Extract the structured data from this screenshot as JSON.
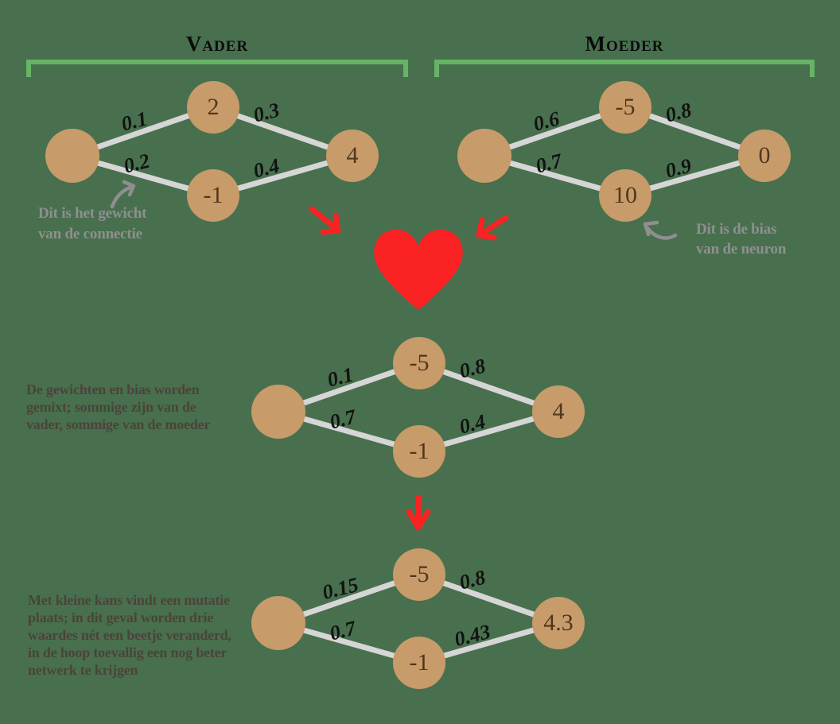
{
  "colors": {
    "background": "#48704e",
    "node": "#c89b6a",
    "node_text": "#4f371c",
    "edge": "#d6d6d6",
    "bracket": "#66b466",
    "heart": "#fa2222",
    "red_arrow": "#fa2222",
    "annotation_gray": "#8f8f8f",
    "paragraph_text": "#4b433b",
    "weight_label": "#121212"
  },
  "headers": {
    "vader": "Vader",
    "moeder": "Moeder"
  },
  "nets": {
    "vader": {
      "nodes": {
        "input": "",
        "hidden_top": "2",
        "hidden_bottom": "-1",
        "output": "4"
      },
      "weights": {
        "in_top": "0.1",
        "in_bottom": "0.2",
        "top_out": "0.3",
        "bottom_out": "0.4"
      }
    },
    "moeder": {
      "nodes": {
        "input": "",
        "hidden_top": "-5",
        "hidden_bottom": "10",
        "output": "0"
      },
      "weights": {
        "in_top": "0.6",
        "in_bottom": "0.7",
        "top_out": "0.8",
        "bottom_out": "0.9"
      }
    },
    "child": {
      "nodes": {
        "input": "",
        "hidden_top": "-5",
        "hidden_bottom": "-1",
        "output": "4"
      },
      "weights": {
        "in_top": "0.1",
        "in_bottom": "0.7",
        "top_out": "0.8",
        "bottom_out": "0.4"
      }
    },
    "mutated": {
      "nodes": {
        "input": "",
        "hidden_top": "-5",
        "hidden_bottom": "-1",
        "output": "4.3"
      },
      "weights": {
        "in_top": "0.15",
        "in_bottom": "0.7",
        "top_out": "0.8",
        "bottom_out": "0.43"
      }
    }
  },
  "annotations": {
    "weight_note": {
      "line1": "Dit is het gewicht",
      "line2": "van de connectie"
    },
    "bias_note": {
      "line1": "Dit is de bias",
      "line2": "van de neuron"
    },
    "mix_note": {
      "line1": "De gewichten en bias worden",
      "line2": "gemixt; sommige zijn van de",
      "line3": "vader, sommige van de moeder"
    },
    "mutation_note": {
      "line1": "Met kleine kans vindt een mutatie",
      "line2": "plaats; in dit geval worden drie",
      "line3": "waardes nét een beetje veranderd,",
      "line4": "in de hoop toevallig een nog beter",
      "line5": "netwerk te krijgen"
    }
  }
}
